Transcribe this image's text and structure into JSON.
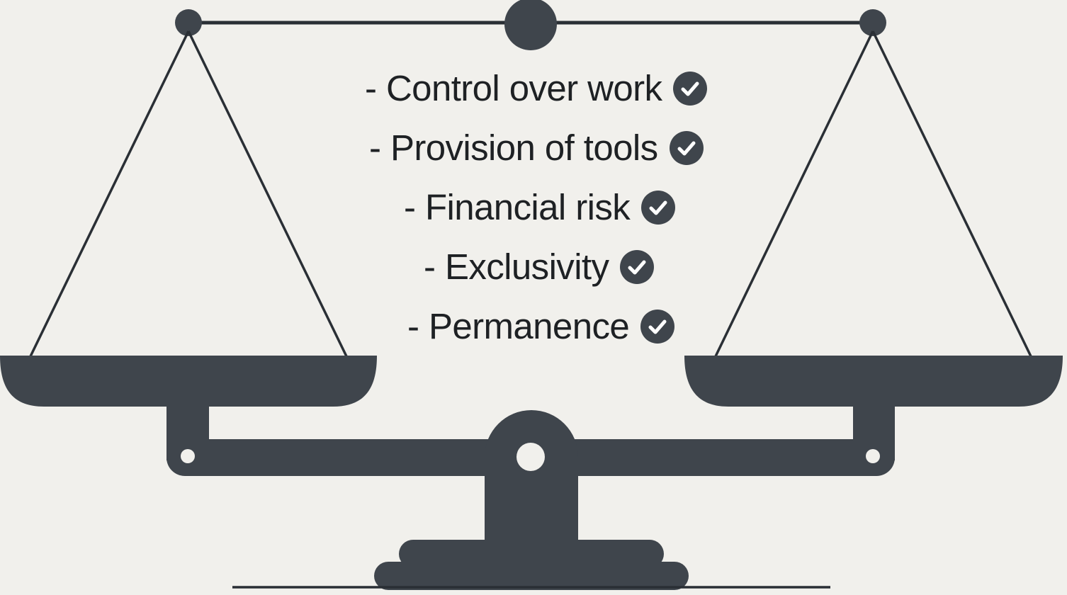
{
  "colors": {
    "background": "#f1f0ec",
    "ink": "#3f454c",
    "text": "#1e2124",
    "check_mark": "#ffffff"
  },
  "criteria": [
    {
      "label": "- Control over work",
      "icon": "check-circle-icon"
    },
    {
      "label": "- Provision of tools",
      "icon": "check-circle-icon"
    },
    {
      "label": "- Financial risk",
      "icon": "check-circle-icon"
    },
    {
      "label": "- Exclusivity",
      "icon": "check-circle-icon"
    },
    {
      "label": "- Permanence",
      "icon": "check-circle-icon"
    }
  ]
}
